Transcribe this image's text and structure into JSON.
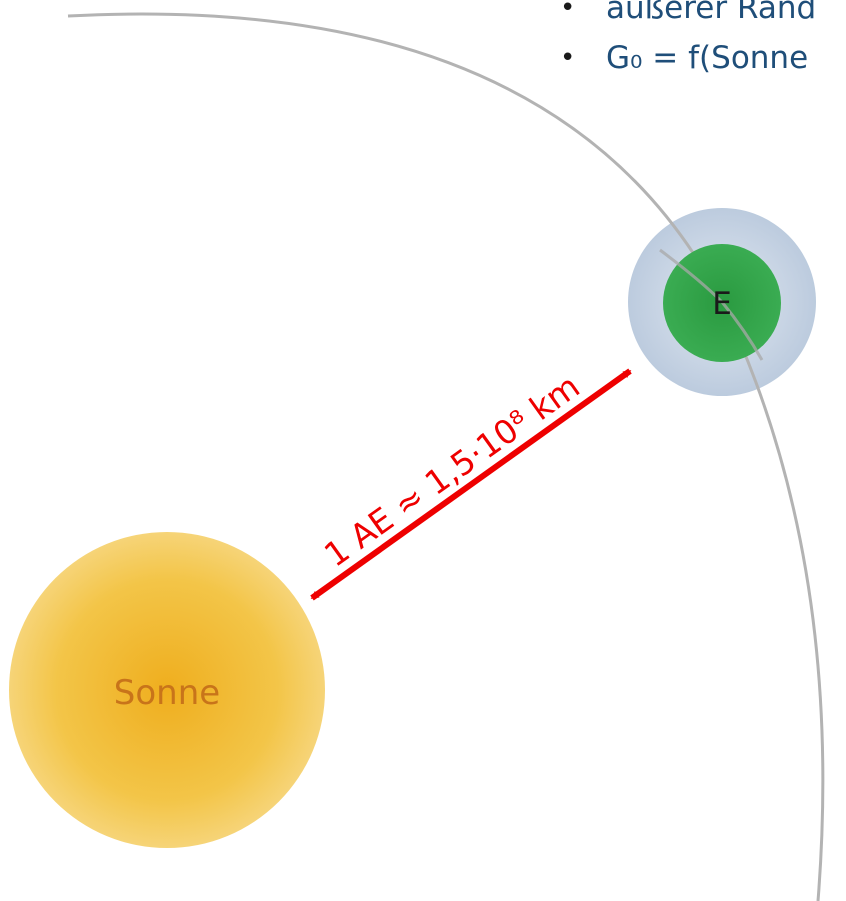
{
  "bullets": [
    "äußerer Rand",
    "G₀ = f(Sonne"
  ],
  "bullet_symbol": "•",
  "earth_label": "E",
  "sun_label": "Sonne",
  "distance_label": "1 AE ≈ 1,5·10⁸ km",
  "colors": {
    "bullet_text": "#1F4E79",
    "orbit": "#b3b3b3",
    "atmosphere": "#c7d3e2",
    "earth": "#2e9e47",
    "sun": "#f0c040",
    "sun_label": "#c8741a",
    "arrow": "#ee0000"
  }
}
